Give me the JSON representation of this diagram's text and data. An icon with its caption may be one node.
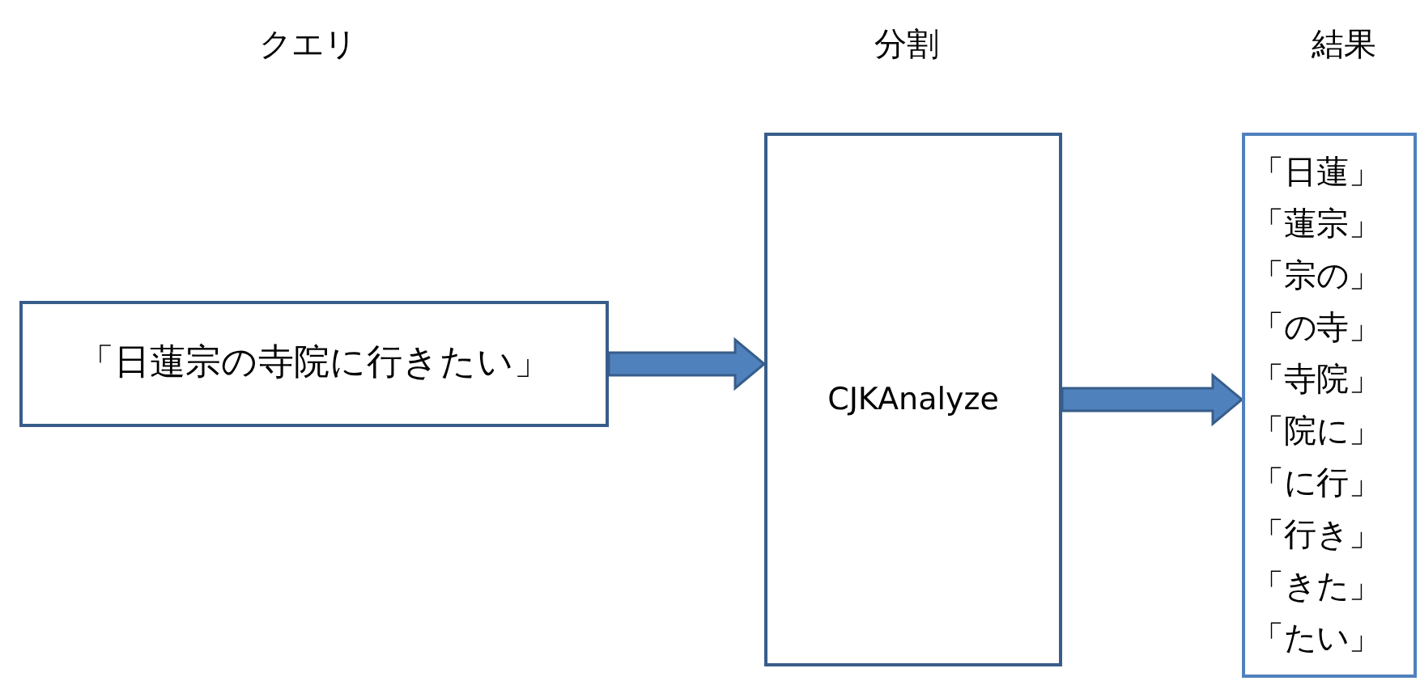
{
  "diagram": {
    "nodes": [
      {
        "text": [
          "「日蓮宗の寺院に行きたい」"
        ]
      },
      {
        "text": [
          "CJKAnalyze"
        ]
      },
      {
        "text": [
          "「日蓮」",
          "「蓮宗」",
          "「宗の」",
          "「の寺」",
          "「寺院」",
          "「院に」",
          "「に行」",
          "「行き」",
          "「きた」",
          "「たい」"
        ]
      }
    ],
    "edges": [
      {
        "from": 0,
        "to": 1,
        "arrow": "to"
      },
      {
        "from": 1,
        "to": 2,
        "arrow": "to"
      }
    ],
    "labels": [
      "クエリ",
      "分割",
      "結果"
    ]
  }
}
